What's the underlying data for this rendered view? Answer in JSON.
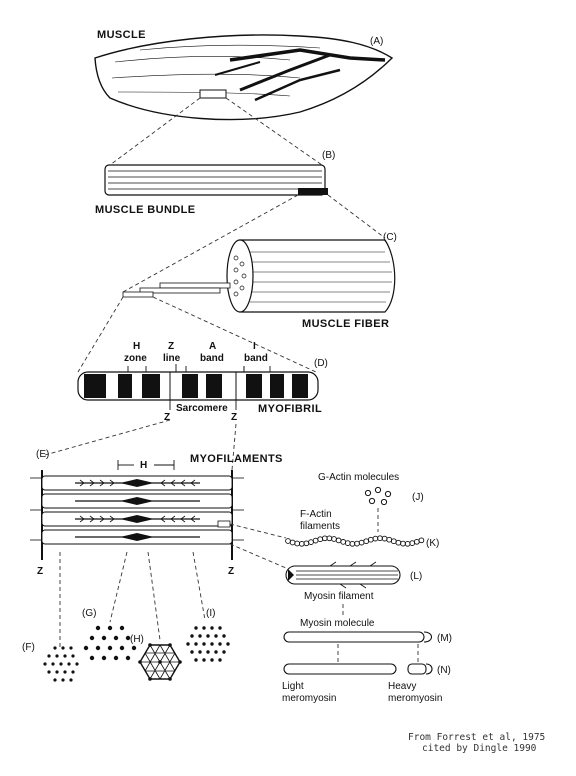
{
  "labels": {
    "muscle": "MUSCLE",
    "muscle_bundle": "MUSCLE BUNDLE",
    "muscle_fiber": "MUSCLE FIBER",
    "h_zone_1": "H",
    "h_zone_2": "zone",
    "z_line_1": "Z",
    "z_line_2": "line",
    "a_band_1": "A",
    "a_band_2": "band",
    "i_band_1": "I",
    "i_band_2": "band",
    "sarcomere": "Sarcomere",
    "myofibril": "MYOFIBRIL",
    "z_left": "Z",
    "z_right": "Z",
    "myofilaments": "MYOFILAMENTS",
    "h_bracket": "H",
    "z_bottom_left": "Z",
    "z_bottom_right": "Z",
    "g_actin": "G-Actin molecules",
    "f_actin_1": "F-Actin",
    "f_actin_2": "filaments",
    "myosin_filament": "Myosin filament",
    "myosin_molecule": "Myosin molecule",
    "light_mero_1": "Light",
    "light_mero_2": "meromyosin",
    "heavy_mero_1": "Heavy",
    "heavy_mero_2": "meromyosin"
  },
  "markers": {
    "A": "(A)",
    "B": "(B)",
    "C": "(C)",
    "D": "(D)",
    "E": "(E)",
    "F": "(F)",
    "G": "(G)",
    "H": "(H)",
    "I": "(I)",
    "J": "(J)",
    "K": "(K)",
    "L": "(L)",
    "M": "(M)",
    "N": "(N)"
  },
  "citation": {
    "line1": "From Forrest et al, 1975",
    "line2": "cited by Dingle 1990"
  }
}
